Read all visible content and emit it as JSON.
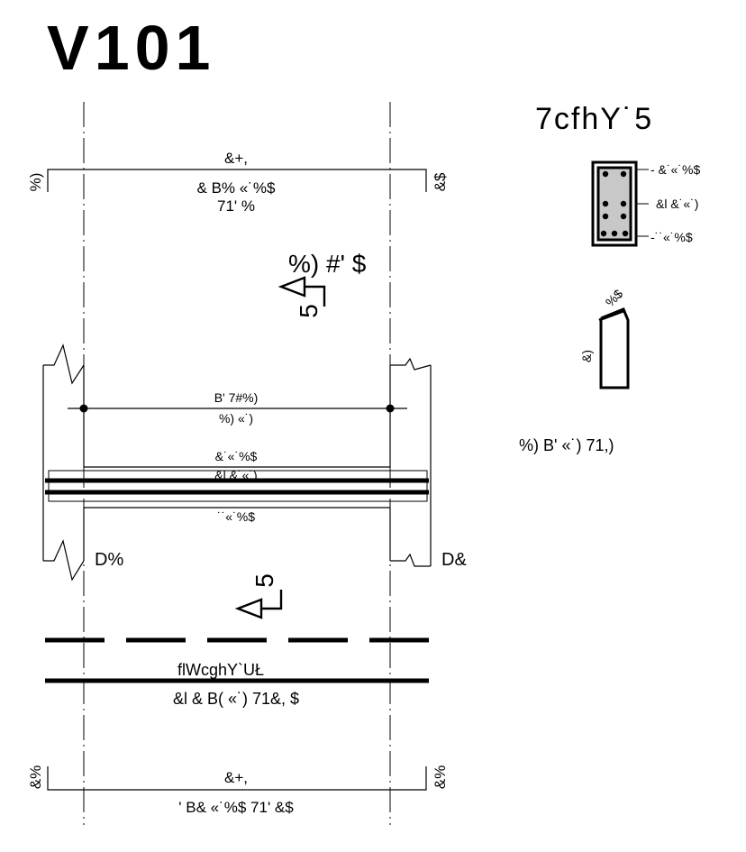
{
  "drawing": {
    "title": "V101",
    "section_title": "7cfhY˙5",
    "span_dimension_top": "&+,",
    "bars_top_label_1": "& B% «˙%$",
    "bars_top_label_2": "71' %",
    "left_end_dim_top": "%)",
    "right_end_dim_top": "&$",
    "section_mark_label": "%) #' $",
    "section_arrow_letter_top": "5",
    "section_arrow_letter_bottom": "5",
    "stirrup_label_1": "B'  7#%)",
    "stirrup_label_2": "%)  «˙)",
    "bar_top_label": "&˙«˙%$",
    "bar_mid_label": "&l &˙«˙)",
    "bar_bottom_label": "˙˙«˙%$",
    "support_left": "D%",
    "support_right": "D&",
    "reinforcement_caption": "flWcghY`UŁ",
    "reinforcement_label": "&l & B(  «˙)  71&, $",
    "span_dimension_bottom": "&+,",
    "bottom_bars_label": "'  B& «˙%$  71' &$",
    "left_end_dim_bottom": "&%",
    "right_end_dim_bottom": "&%",
    "xsec_label_top": "- &˙«˙%$",
    "xsec_label_mid": "&l &˙«˙)",
    "xsec_label_bottom": "-˙˙«˙%$",
    "stirrup_dim_top": "%$",
    "stirrup_dim_side": "&)",
    "stirrup_summary": "%)  B'  «˙)  71,)"
  }
}
